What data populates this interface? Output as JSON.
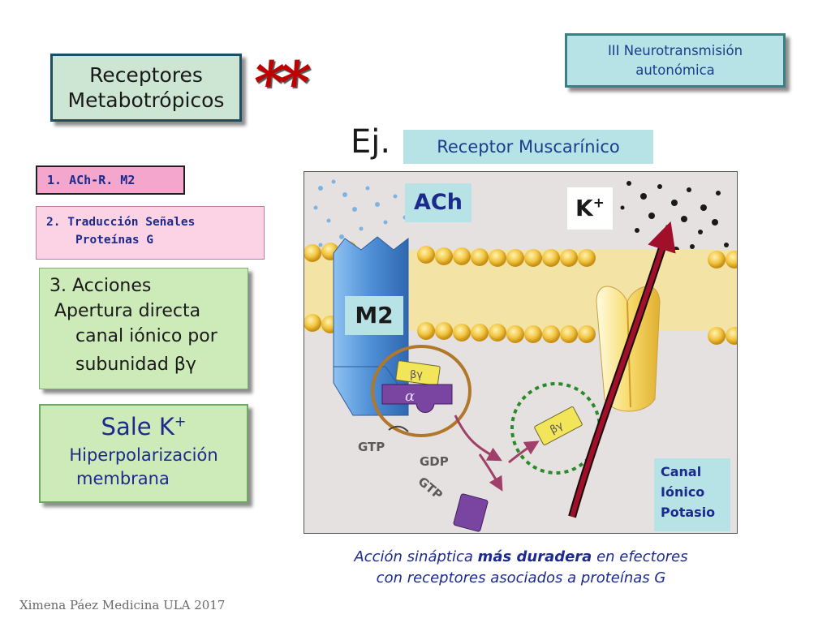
{
  "title": {
    "line1": "Receptores",
    "line2": "Metabotrópicos"
  },
  "marker": "**",
  "section": {
    "line1": "III Neurotransmisión",
    "line2": "autonómica"
  },
  "example": {
    "prefix": "Ej.",
    "receptor": "Receptor Muscarínico"
  },
  "steps": [
    {
      "line1": "1. ACh-R. M2"
    },
    {
      "line1": "2. Traducción Señales",
      "line2": "Proteínas G"
    },
    {
      "line1": "3. Acciones",
      "line2": "Apertura directa",
      "line3": "canal iónico por",
      "line4": "subunidad βγ"
    },
    {
      "line1": "Sale K",
      "line1_sup": "+",
      "line2": "Hiperpolarización",
      "line3": "membrana"
    }
  ],
  "diagram": {
    "labels": {
      "ach": "ACh",
      "k": "K",
      "k_sup": "+",
      "m2": "M2",
      "canal_line1": "Canal",
      "canal_line2": "Iónico",
      "canal_line3": "Potasio",
      "gtp_1": "GTP",
      "gdp": "GDP",
      "gtp_2": "GTP",
      "alpha": "α",
      "beta_gamma_1": "βγ",
      "beta_gamma_2": "βγ"
    },
    "colors": {
      "membrane": "#f2c542",
      "receptor": "#4f8fd6",
      "channel": "#f8dc6e",
      "alpha": "#6b3c8c",
      "arrow": "#a0102a",
      "circle_solid": "#b07828",
      "circle_dotted": "#2a8a2a"
    }
  },
  "caption": {
    "line1_pre": "Acción sináptica ",
    "line1_bold": "más duradera",
    "line1_post": " en  efectores",
    "line2": "con receptores asociados a proteínas G"
  },
  "footer": "Ximena Páez Medicina ULA 2017",
  "colors": {
    "teal_box": "#b7e2e6",
    "green_box": "#cdeab9",
    "pink_box": "#f5a6cc",
    "light_pink_box": "#fbd3e5",
    "navy_text": "#1b2a8c",
    "red_stars": "#c00000"
  }
}
